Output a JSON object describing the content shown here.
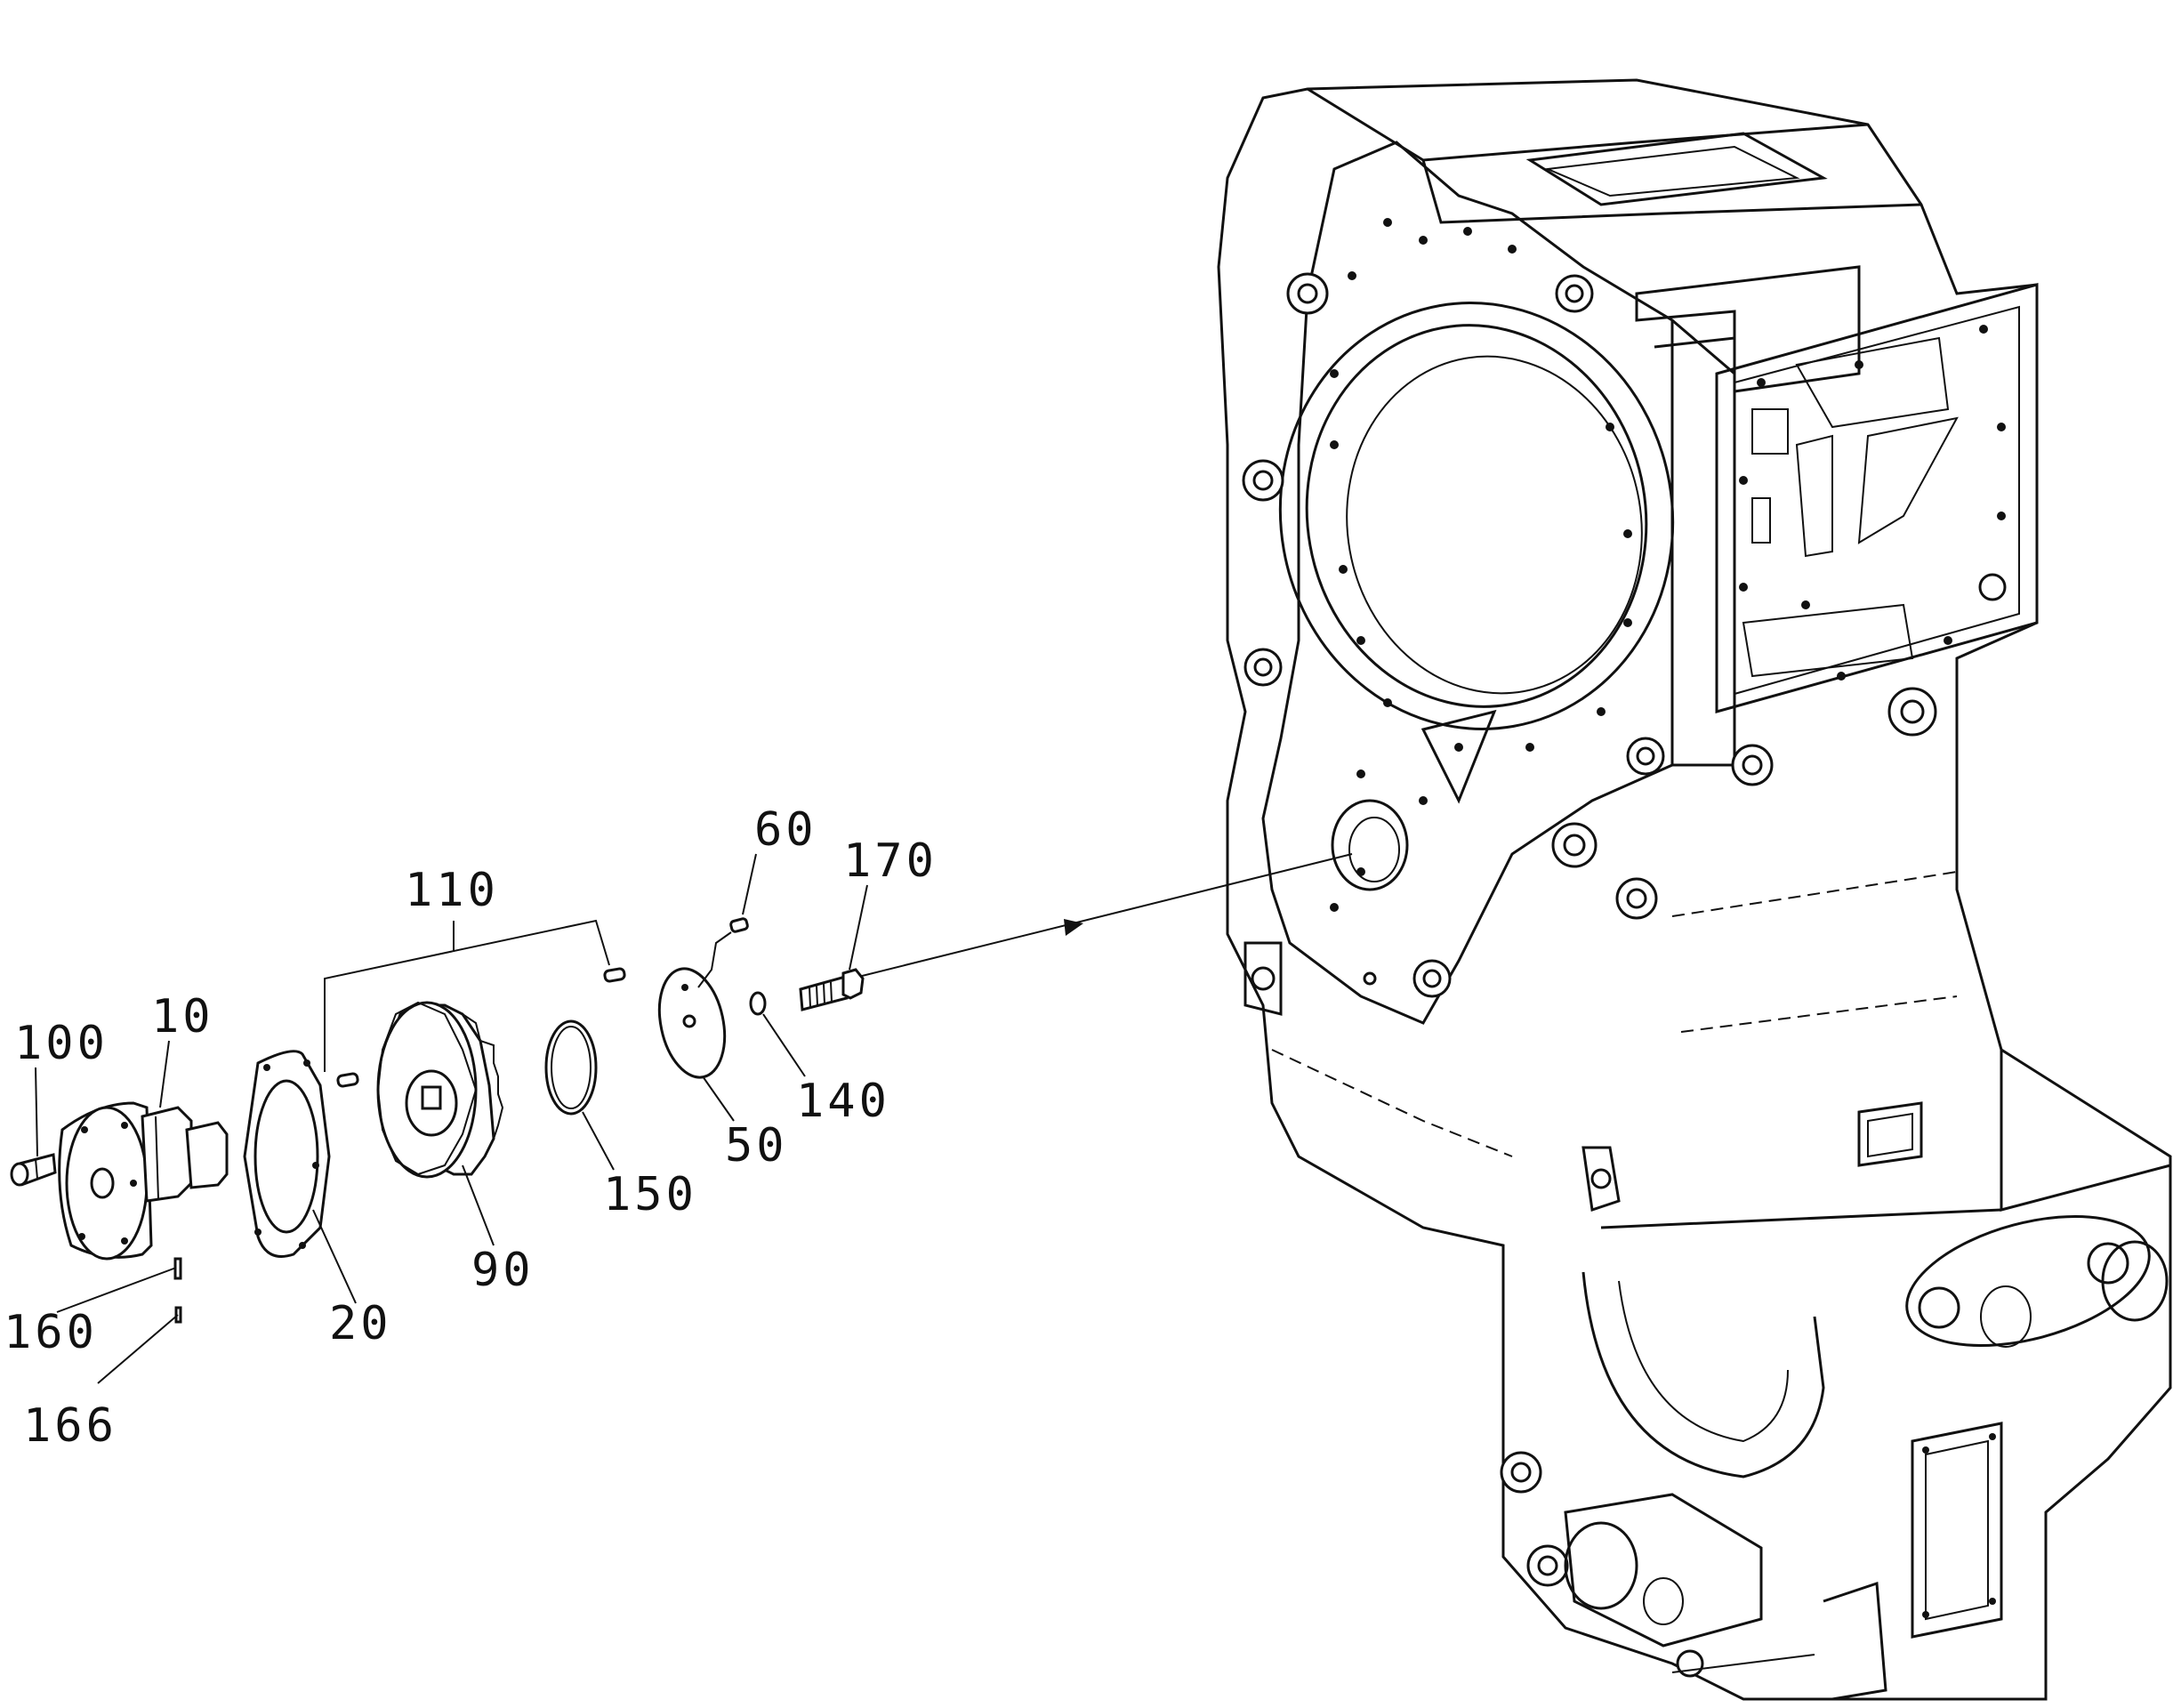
{
  "callouts": [
    {
      "id": "c100",
      "label": "100"
    },
    {
      "id": "c10",
      "label": "10"
    },
    {
      "id": "c110",
      "label": "110"
    },
    {
      "id": "c60",
      "label": "60"
    },
    {
      "id": "c170",
      "label": "170"
    },
    {
      "id": "c160",
      "label": "160"
    },
    {
      "id": "c166",
      "label": "166"
    },
    {
      "id": "c20",
      "label": "20"
    },
    {
      "id": "c90",
      "label": "90"
    },
    {
      "id": "c150",
      "label": "150"
    },
    {
      "id": "c50",
      "label": "50"
    },
    {
      "id": "c140",
      "label": "140"
    }
  ]
}
